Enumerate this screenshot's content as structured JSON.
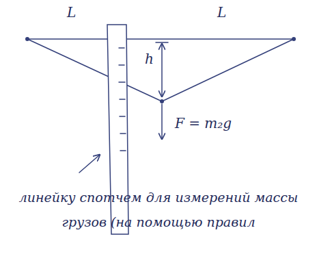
{
  "diagram": {
    "labels": [
      "L",
      "L",
      "h",
      "F = m₂g",
      "линейку спотчем для измерений массы грузов (на помощью правил"
    ]
  }
}
